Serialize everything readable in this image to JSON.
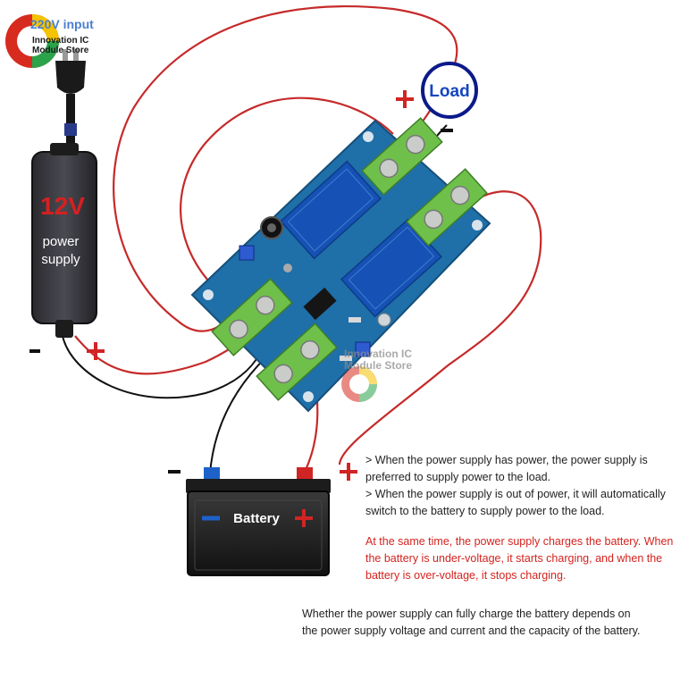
{
  "input_label": "220V input",
  "logo_line1": "Innovation IC",
  "logo_line2": "Module Store",
  "watermark_line1": "Innovation IC",
  "watermark_line2": "Module Store",
  "power_supply": {
    "voltage": "12V",
    "line1": "power",
    "line2": "supply"
  },
  "load_label": "Load",
  "battery_label": "Battery",
  "notes_black": [
    "> When the power supply has power, the power supply is preferred to supply power to the load.",
    "> When the power supply is out of power, it will automatically switch to the battery to supply power to the load."
  ],
  "notes_red": "At the same time, the power supply charges the battery. When the battery is under-voltage, it starts charging, and when the battery is over-voltage, it stops charging.",
  "notes_bottom": "Whether the power supply can fully charge the battery depends on the power supply voltage and current and the capacity of the battery.",
  "colors": {
    "wire_red": "#c62a2a",
    "wire_black": "#111111",
    "pcb": "#1f6fa8",
    "relay": "#1652b5",
    "terminal": "#6fc04a",
    "text_red": "#d4231e"
  }
}
